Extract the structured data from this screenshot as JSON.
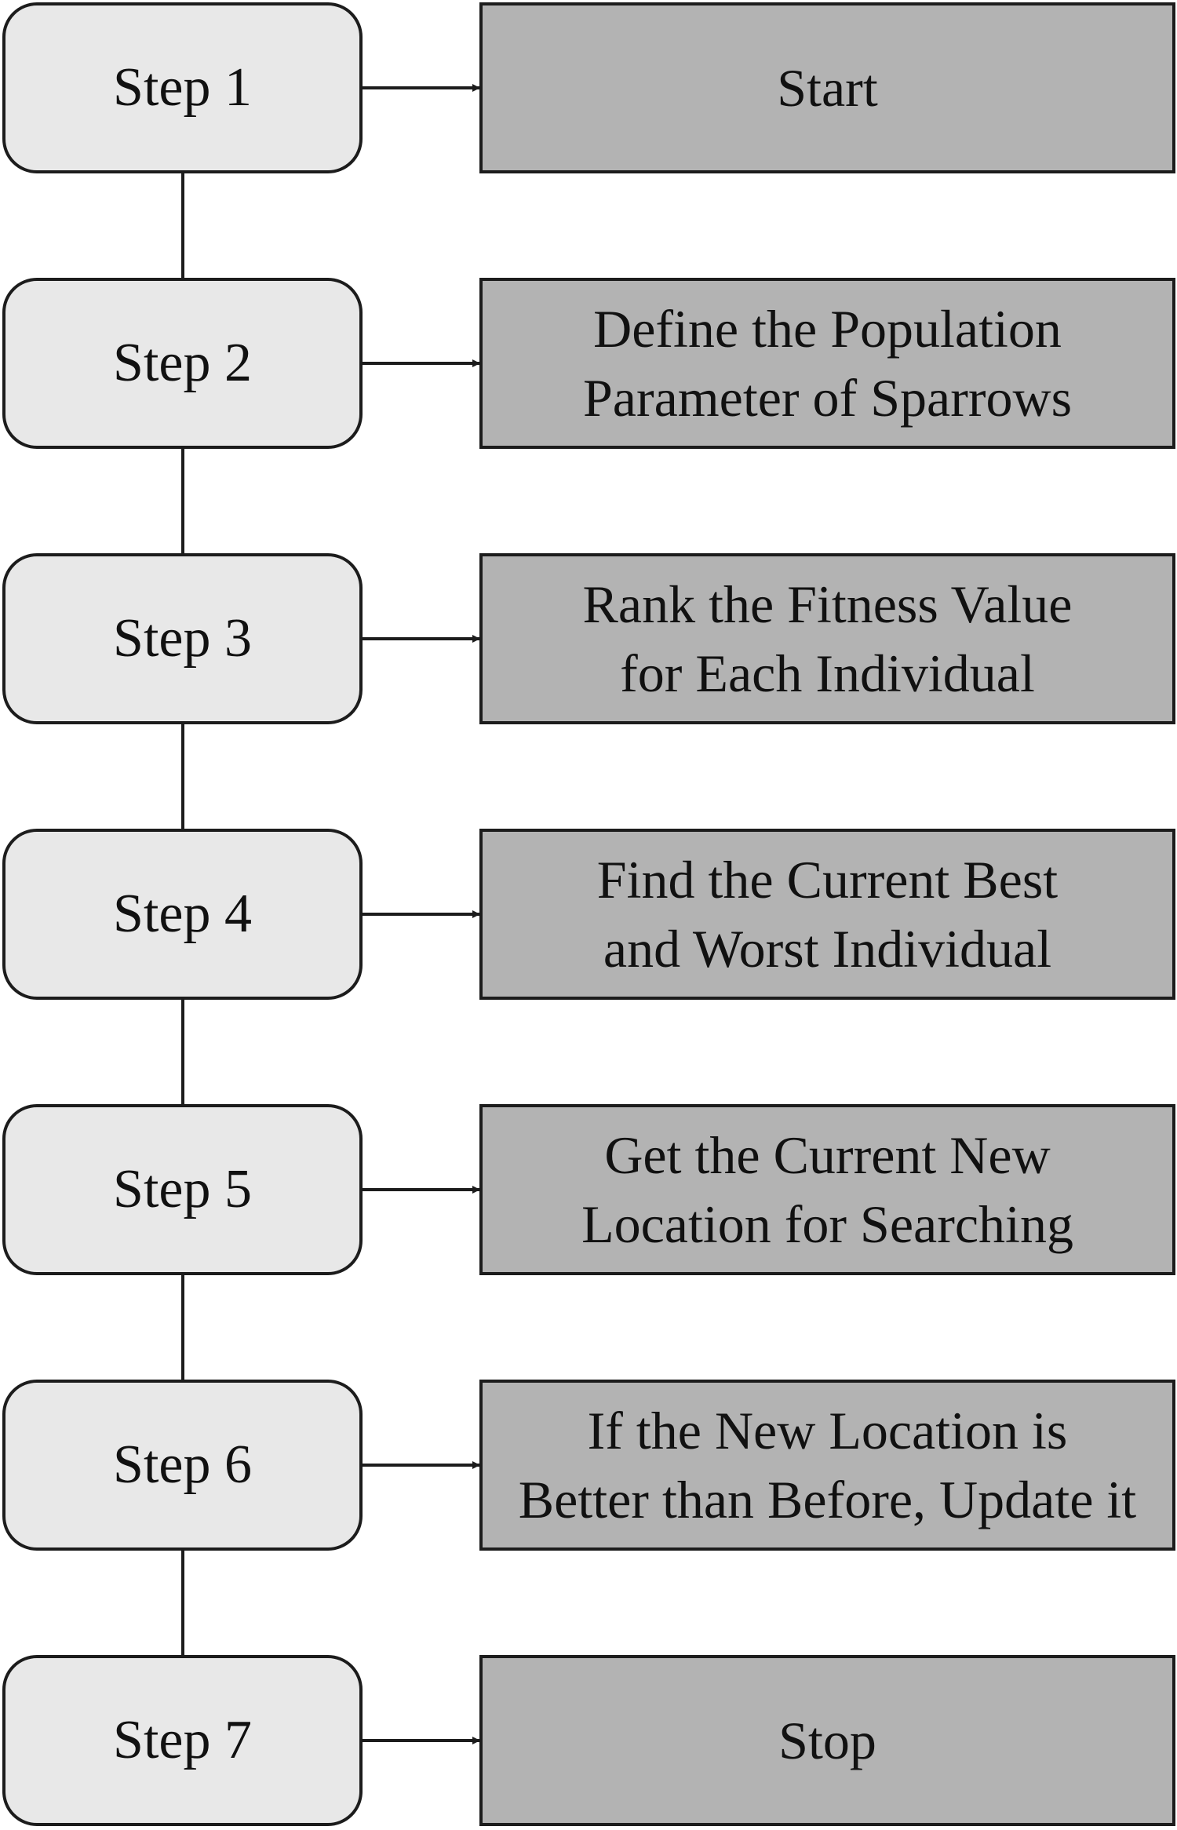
{
  "steps": [
    {
      "label": "Step 1",
      "action": [
        "Start"
      ]
    },
    {
      "label": "Step 2",
      "action": [
        "Define the Population",
        "Parameter of Sparrows"
      ]
    },
    {
      "label": "Step 3",
      "action": [
        "Rank the Fitness Value",
        "for Each Individual"
      ]
    },
    {
      "label": "Step 4",
      "action": [
        "Find the Current Best",
        "and Worst Individual"
      ]
    },
    {
      "label": "Step 5",
      "action": [
        "Get the Current New",
        "Location for Searching"
      ]
    },
    {
      "label": "Step 6",
      "action": [
        "If the New Location is",
        "Better than Before, Update it"
      ]
    },
    {
      "label": "Step 7",
      "action": [
        "Stop"
      ]
    }
  ],
  "colors": {
    "step_fill": "#e8e8e8",
    "action_fill": "#b3b3b3",
    "line": "#1c1c1c"
  }
}
